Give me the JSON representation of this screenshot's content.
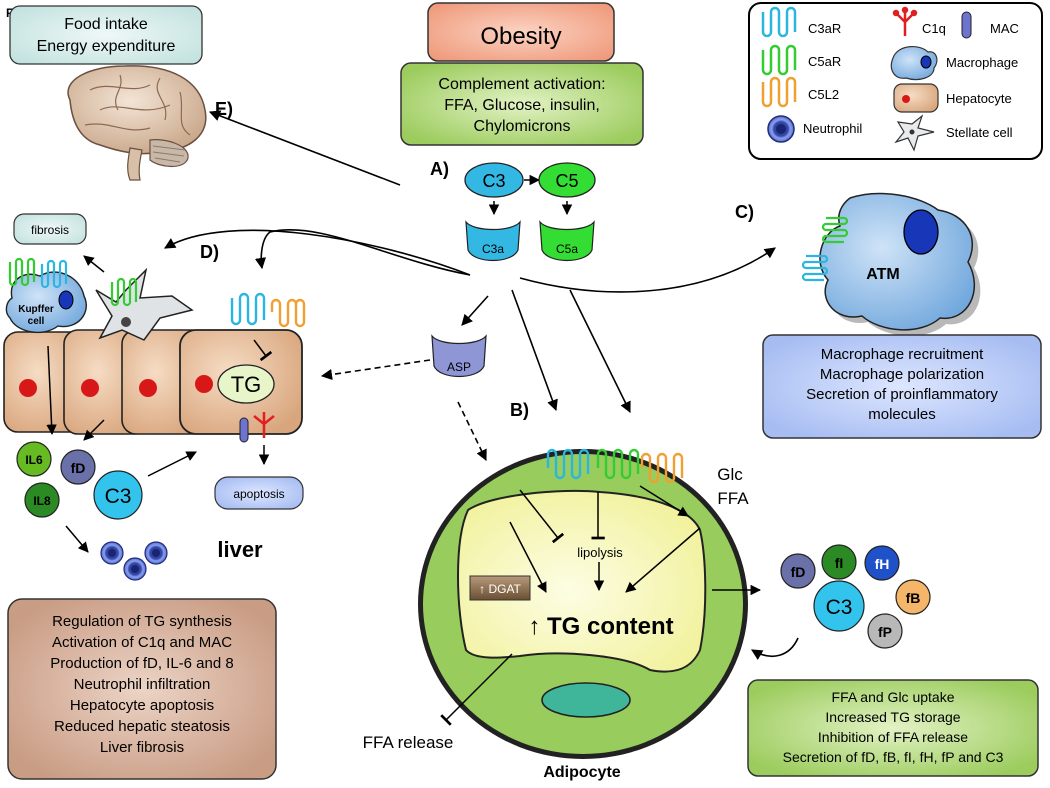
{
  "figure_label": "Figure",
  "obesity": "Obesity",
  "complement_activation": [
    "Complement activation:",
    "FFA, Glucose, insulin,",
    "Chylomicrons"
  ],
  "brain_box": [
    "Food intake",
    "Energy expenditure"
  ],
  "section_labels": {
    "a": "A)",
    "b": "B)",
    "c": "C)",
    "d": "D)",
    "e": "E)"
  },
  "complement": {
    "c3": "C3",
    "c5": "C5",
    "c3a": "C3a",
    "c5a": "C5a",
    "asp": "ASP"
  },
  "legend": {
    "c3ar": "C3aR",
    "c5ar": "C5aR",
    "c5l2": "C5L2",
    "neutrophil": "Neutrophil",
    "c1q": "C1q",
    "mac": "MAC",
    "macrophage": "Macrophage",
    "hepatocyte": "Hepatocyte",
    "stellate": "Stellate cell"
  },
  "atm": "ATM",
  "atm_box": [
    "Macrophage recruitment",
    "Macrophage polarization",
    "Secretion of proinflammatory",
    "molecules"
  ],
  "liver": {
    "fibrosis": "fibrosis",
    "kupffer": [
      "Kupffer",
      "cell"
    ],
    "tg": "TG",
    "apoptosis": "apoptosis",
    "il6": "IL6",
    "il8": "IL8",
    "fd": "fD",
    "c3": "C3",
    "title": "liver"
  },
  "liver_box": [
    "Regulation of TG synthesis",
    "Activation of C1q and MAC",
    "Production of fD, IL-6 and 8",
    "Neutrophil infiltration",
    "Hepatocyte apoptosis",
    "Reduced hepatic steatosis",
    "Liver fibrosis"
  ],
  "adipocyte": {
    "glc": "Glc",
    "ffa": "FFA",
    "lipolysis": "lipolysis",
    "dgat": "↑ DGAT",
    "tg_content": "↑ TG content",
    "ffa_release": "FFA release",
    "title": "Adipocyte"
  },
  "secreted": {
    "fd": "fD",
    "fi": "fI",
    "fh": "fH",
    "fb": "fB",
    "c3": "C3",
    "fp": "fP"
  },
  "adipocyte_box": [
    "FFA and Glc uptake",
    "Increased TG storage",
    "Inhibition of FFA release",
    "Secretion of fD, fB, fI, fH, fP and C3"
  ],
  "colors": {
    "c3ar": "#29b6e0",
    "c5ar": "#33cc33",
    "c5l2": "#f0a030",
    "c1q": "#e02020",
    "obesity_fill": "#f2a48a",
    "green_box": "#a8d468",
    "blue_box": "#b3c6f5",
    "brown_box": "#d0a892",
    "cell": "#e4b995",
    "nucleus": "#d81818"
  }
}
